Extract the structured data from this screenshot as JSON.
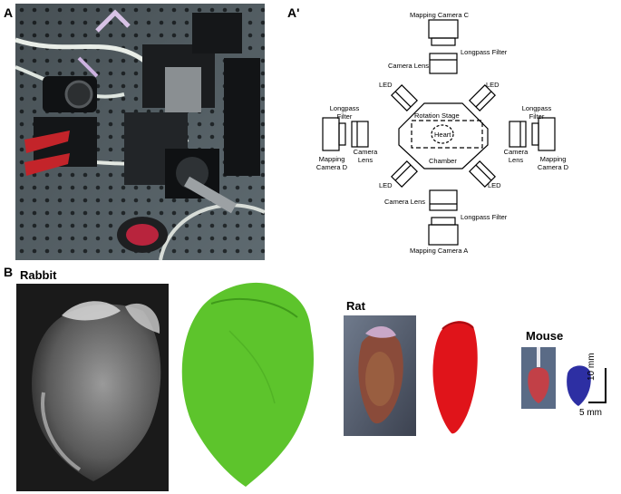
{
  "panels": {
    "a": "A",
    "a_prime": "A'",
    "b": "B"
  },
  "schematic": {
    "camera_c": "Mapping Camera C",
    "camera_d_left": "Mapping\nCamera D",
    "camera_d_right": "Mapping\nCamera D",
    "camera_a": "Mapping Camera A",
    "longpass_filter": "Longpass Filter",
    "longpass_filter_stacked": "Longpass\nFilter",
    "camera_lens": "Camera Lens",
    "camera_lens_stacked": "Camera\nLens",
    "led": "LED",
    "rotation_stage": "Rotation Stage",
    "heart": "Heart",
    "chamber": "Chamber"
  },
  "species": {
    "rabbit": "Rabbit",
    "rat": "Rat",
    "mouse": "Mouse"
  },
  "scale_bar": {
    "vertical": "10 mm",
    "horizontal": "5 mm"
  },
  "colors": {
    "rabbit_model": "#5dc42c",
    "rat_model": "#e0141a",
    "mouse_model": "#2d2fa3",
    "rabbit_photo_bg": "#1a1a1a"
  }
}
